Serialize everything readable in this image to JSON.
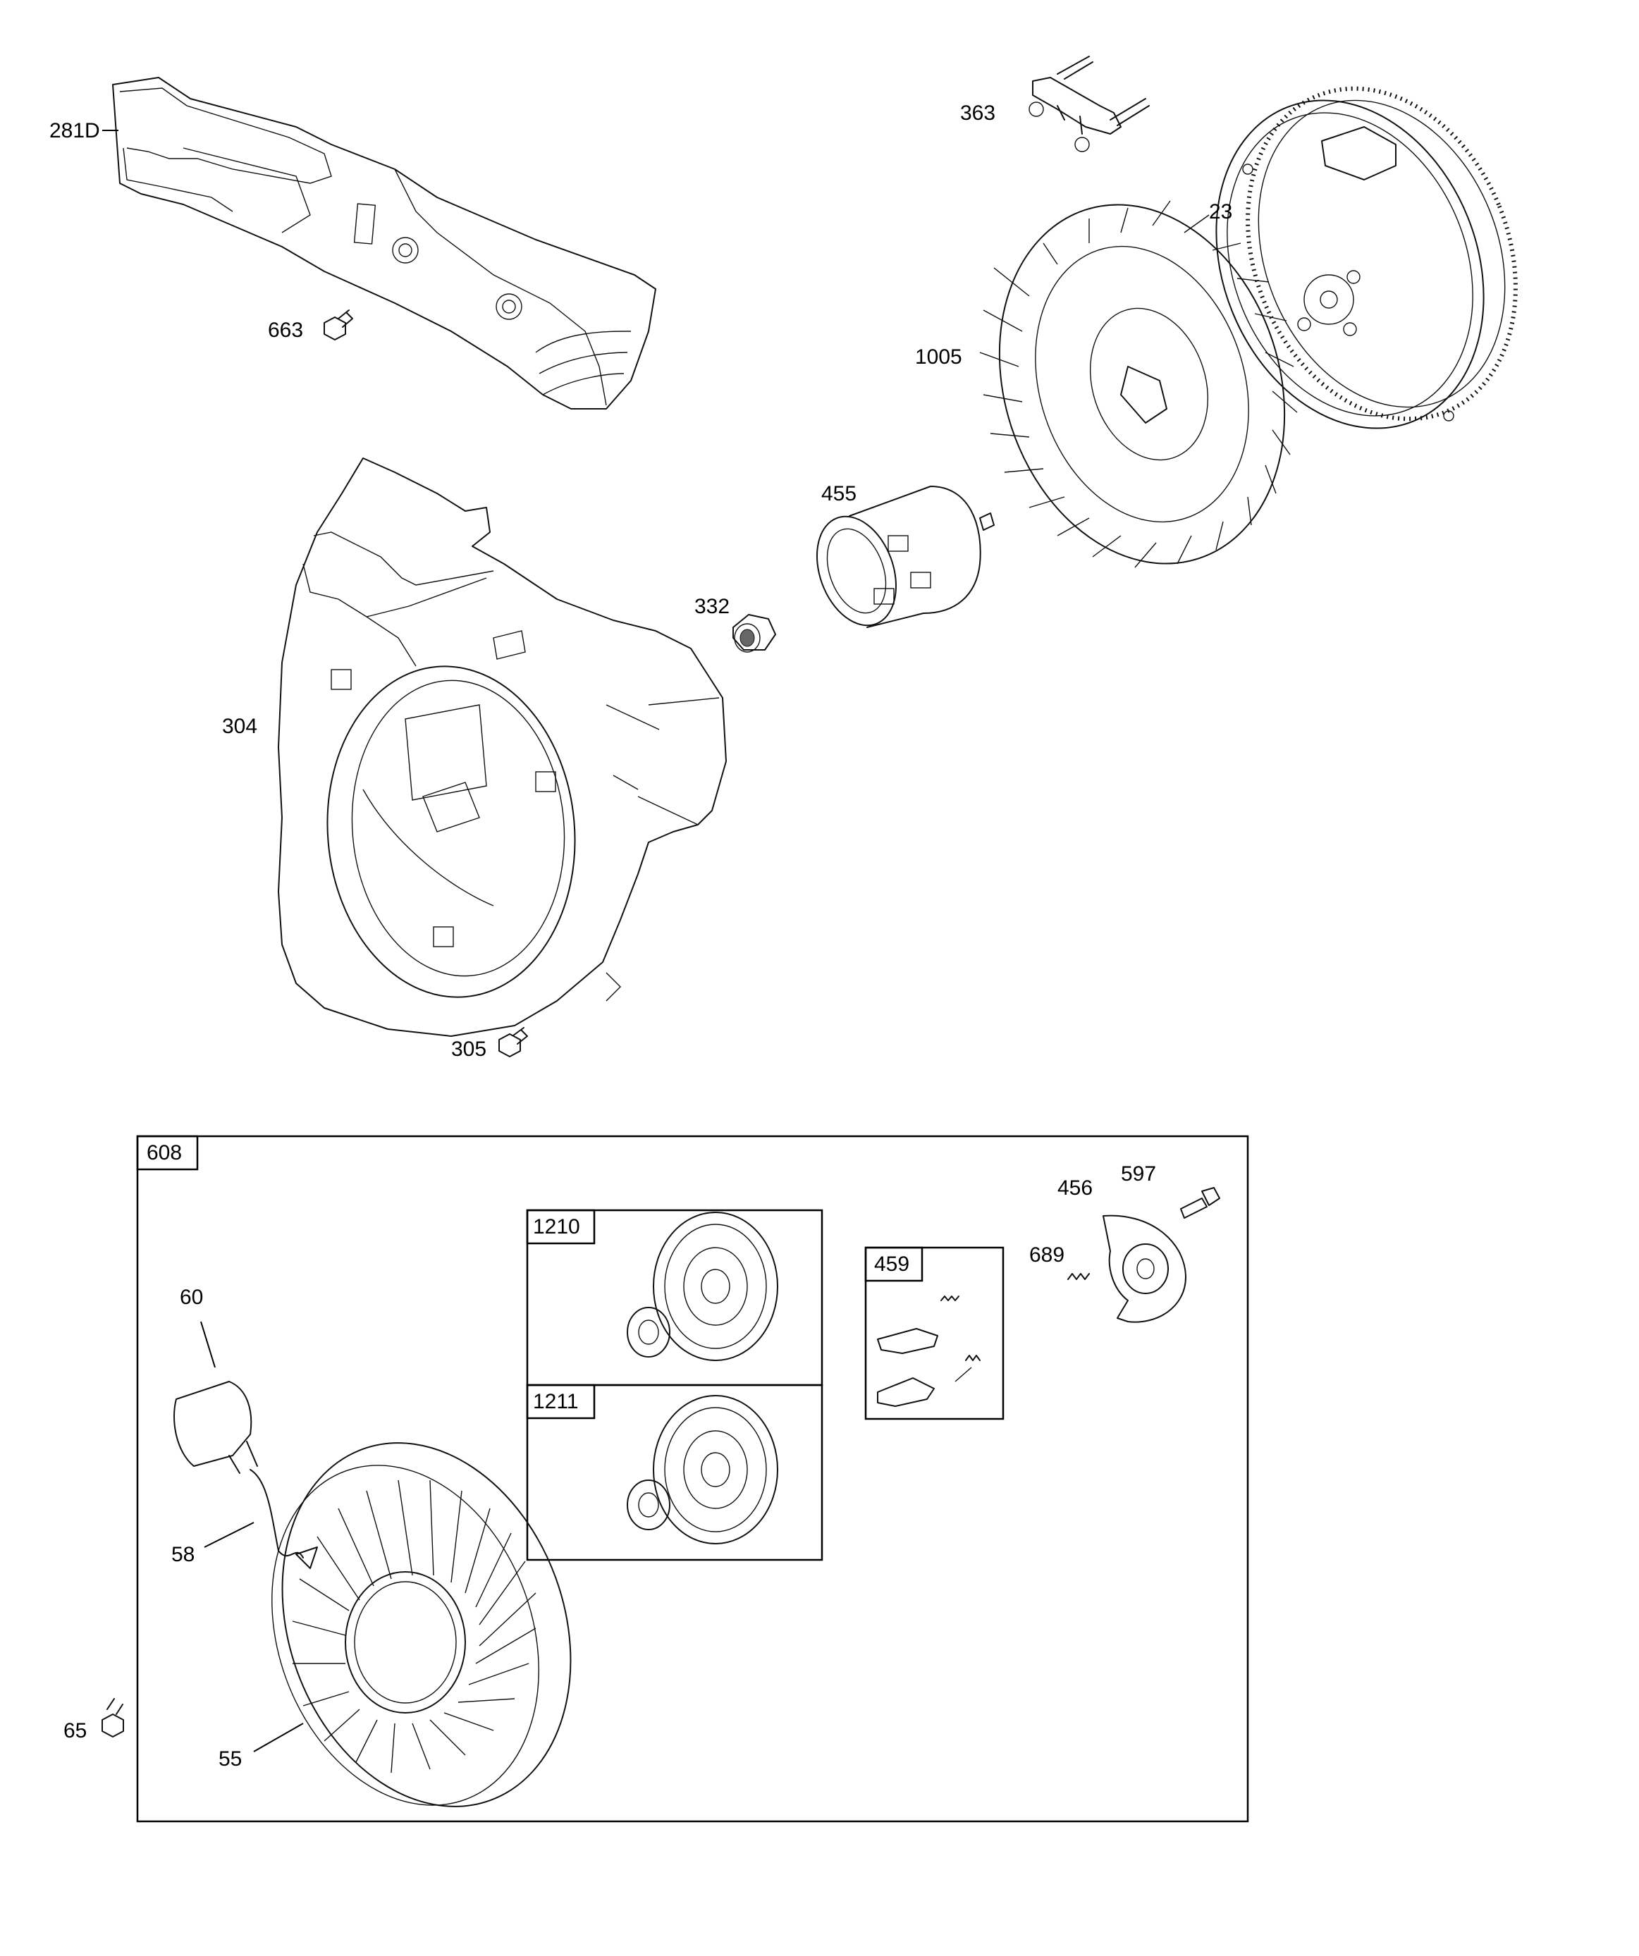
{
  "parts": {
    "p281D": "281D",
    "p663": "663",
    "p363": "363",
    "p23": "23",
    "p1005": "1005",
    "p455": "455",
    "p332": "332",
    "p304": "304",
    "p305": "305",
    "p608": "608",
    "p1210": "1210",
    "p1211": "1211",
    "p459": "459",
    "p456": "456",
    "p597": "597",
    "p689": "689",
    "p60": "60",
    "p58": "58",
    "p55": "55",
    "p65": "65"
  },
  "icons": {
    "bracket": "bracket-icon",
    "bolt": "bolt-icon",
    "flywheel": "flywheel-icon",
    "fan": "fan-icon",
    "cup": "starter-cup-icon",
    "nut": "nut-icon",
    "housing": "blower-housing-icon",
    "pulley": "pulley-icon",
    "spring": "spring-icon",
    "handle": "handle-icon",
    "rewind": "rewind-starter-icon"
  }
}
